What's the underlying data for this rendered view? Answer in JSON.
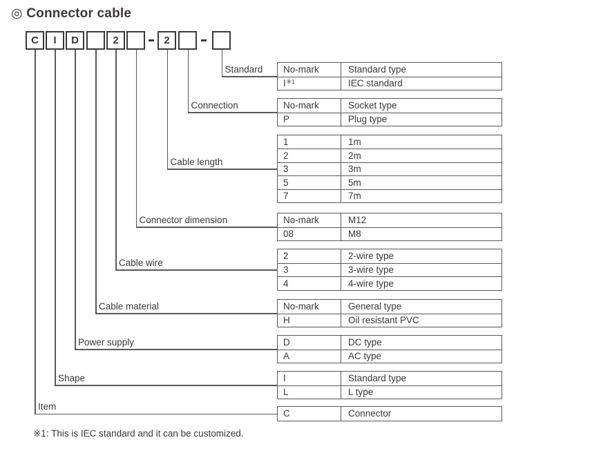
{
  "title": {
    "symbol": "◎",
    "text": "Connector cable"
  },
  "model_code": {
    "segments": [
      "C",
      "I",
      "D",
      "",
      "2",
      "",
      "-",
      "2",
      "",
      "-",
      ""
    ]
  },
  "fields": [
    {
      "label": "Standard",
      "rows": [
        {
          "code": "No-mark",
          "desc": "Standard type"
        },
        {
          "code": "I",
          "code_sup": "※1",
          "desc": "IEC standard"
        }
      ]
    },
    {
      "label": "Connection",
      "rows": [
        {
          "code": "No-mark",
          "desc": "Socket type"
        },
        {
          "code": "P",
          "desc": "Plug type"
        }
      ]
    },
    {
      "label": "Cable length",
      "rows": [
        {
          "code": "1",
          "desc": "1m"
        },
        {
          "code": "2",
          "desc": "2m"
        },
        {
          "code": "3",
          "desc": "3m"
        },
        {
          "code": "5",
          "desc": "5m"
        },
        {
          "code": "7",
          "desc": "7m"
        }
      ]
    },
    {
      "label": "Connector dimension",
      "rows": [
        {
          "code": "No-mark",
          "desc": "M12"
        },
        {
          "code": "08",
          "desc": "M8"
        }
      ]
    },
    {
      "label": "Cable wire",
      "rows": [
        {
          "code": "2",
          "desc": "2-wire type"
        },
        {
          "code": "3",
          "desc": "3-wire type"
        },
        {
          "code": "4",
          "desc": "4-wire type"
        }
      ]
    },
    {
      "label": "Cable material",
      "rows": [
        {
          "code": "No-mark",
          "desc": "General type"
        },
        {
          "code": "H",
          "desc": "Oil resistant PVC"
        }
      ]
    },
    {
      "label": "Power supply",
      "rows": [
        {
          "code": "D",
          "desc": "DC type"
        },
        {
          "code": "A",
          "desc": "AC type"
        }
      ]
    },
    {
      "label": "Shape",
      "rows": [
        {
          "code": "I",
          "desc": "Standard type"
        },
        {
          "code": "L",
          "desc": "L type"
        }
      ]
    },
    {
      "label": "Item",
      "rows": [
        {
          "code": "C",
          "desc": "Connector"
        }
      ]
    }
  ],
  "footnote": "※1: This is IEC standard and it can be customized.",
  "colors": {
    "text": "#3b3838",
    "line": "#58585a",
    "box_border": "#3b3838"
  }
}
